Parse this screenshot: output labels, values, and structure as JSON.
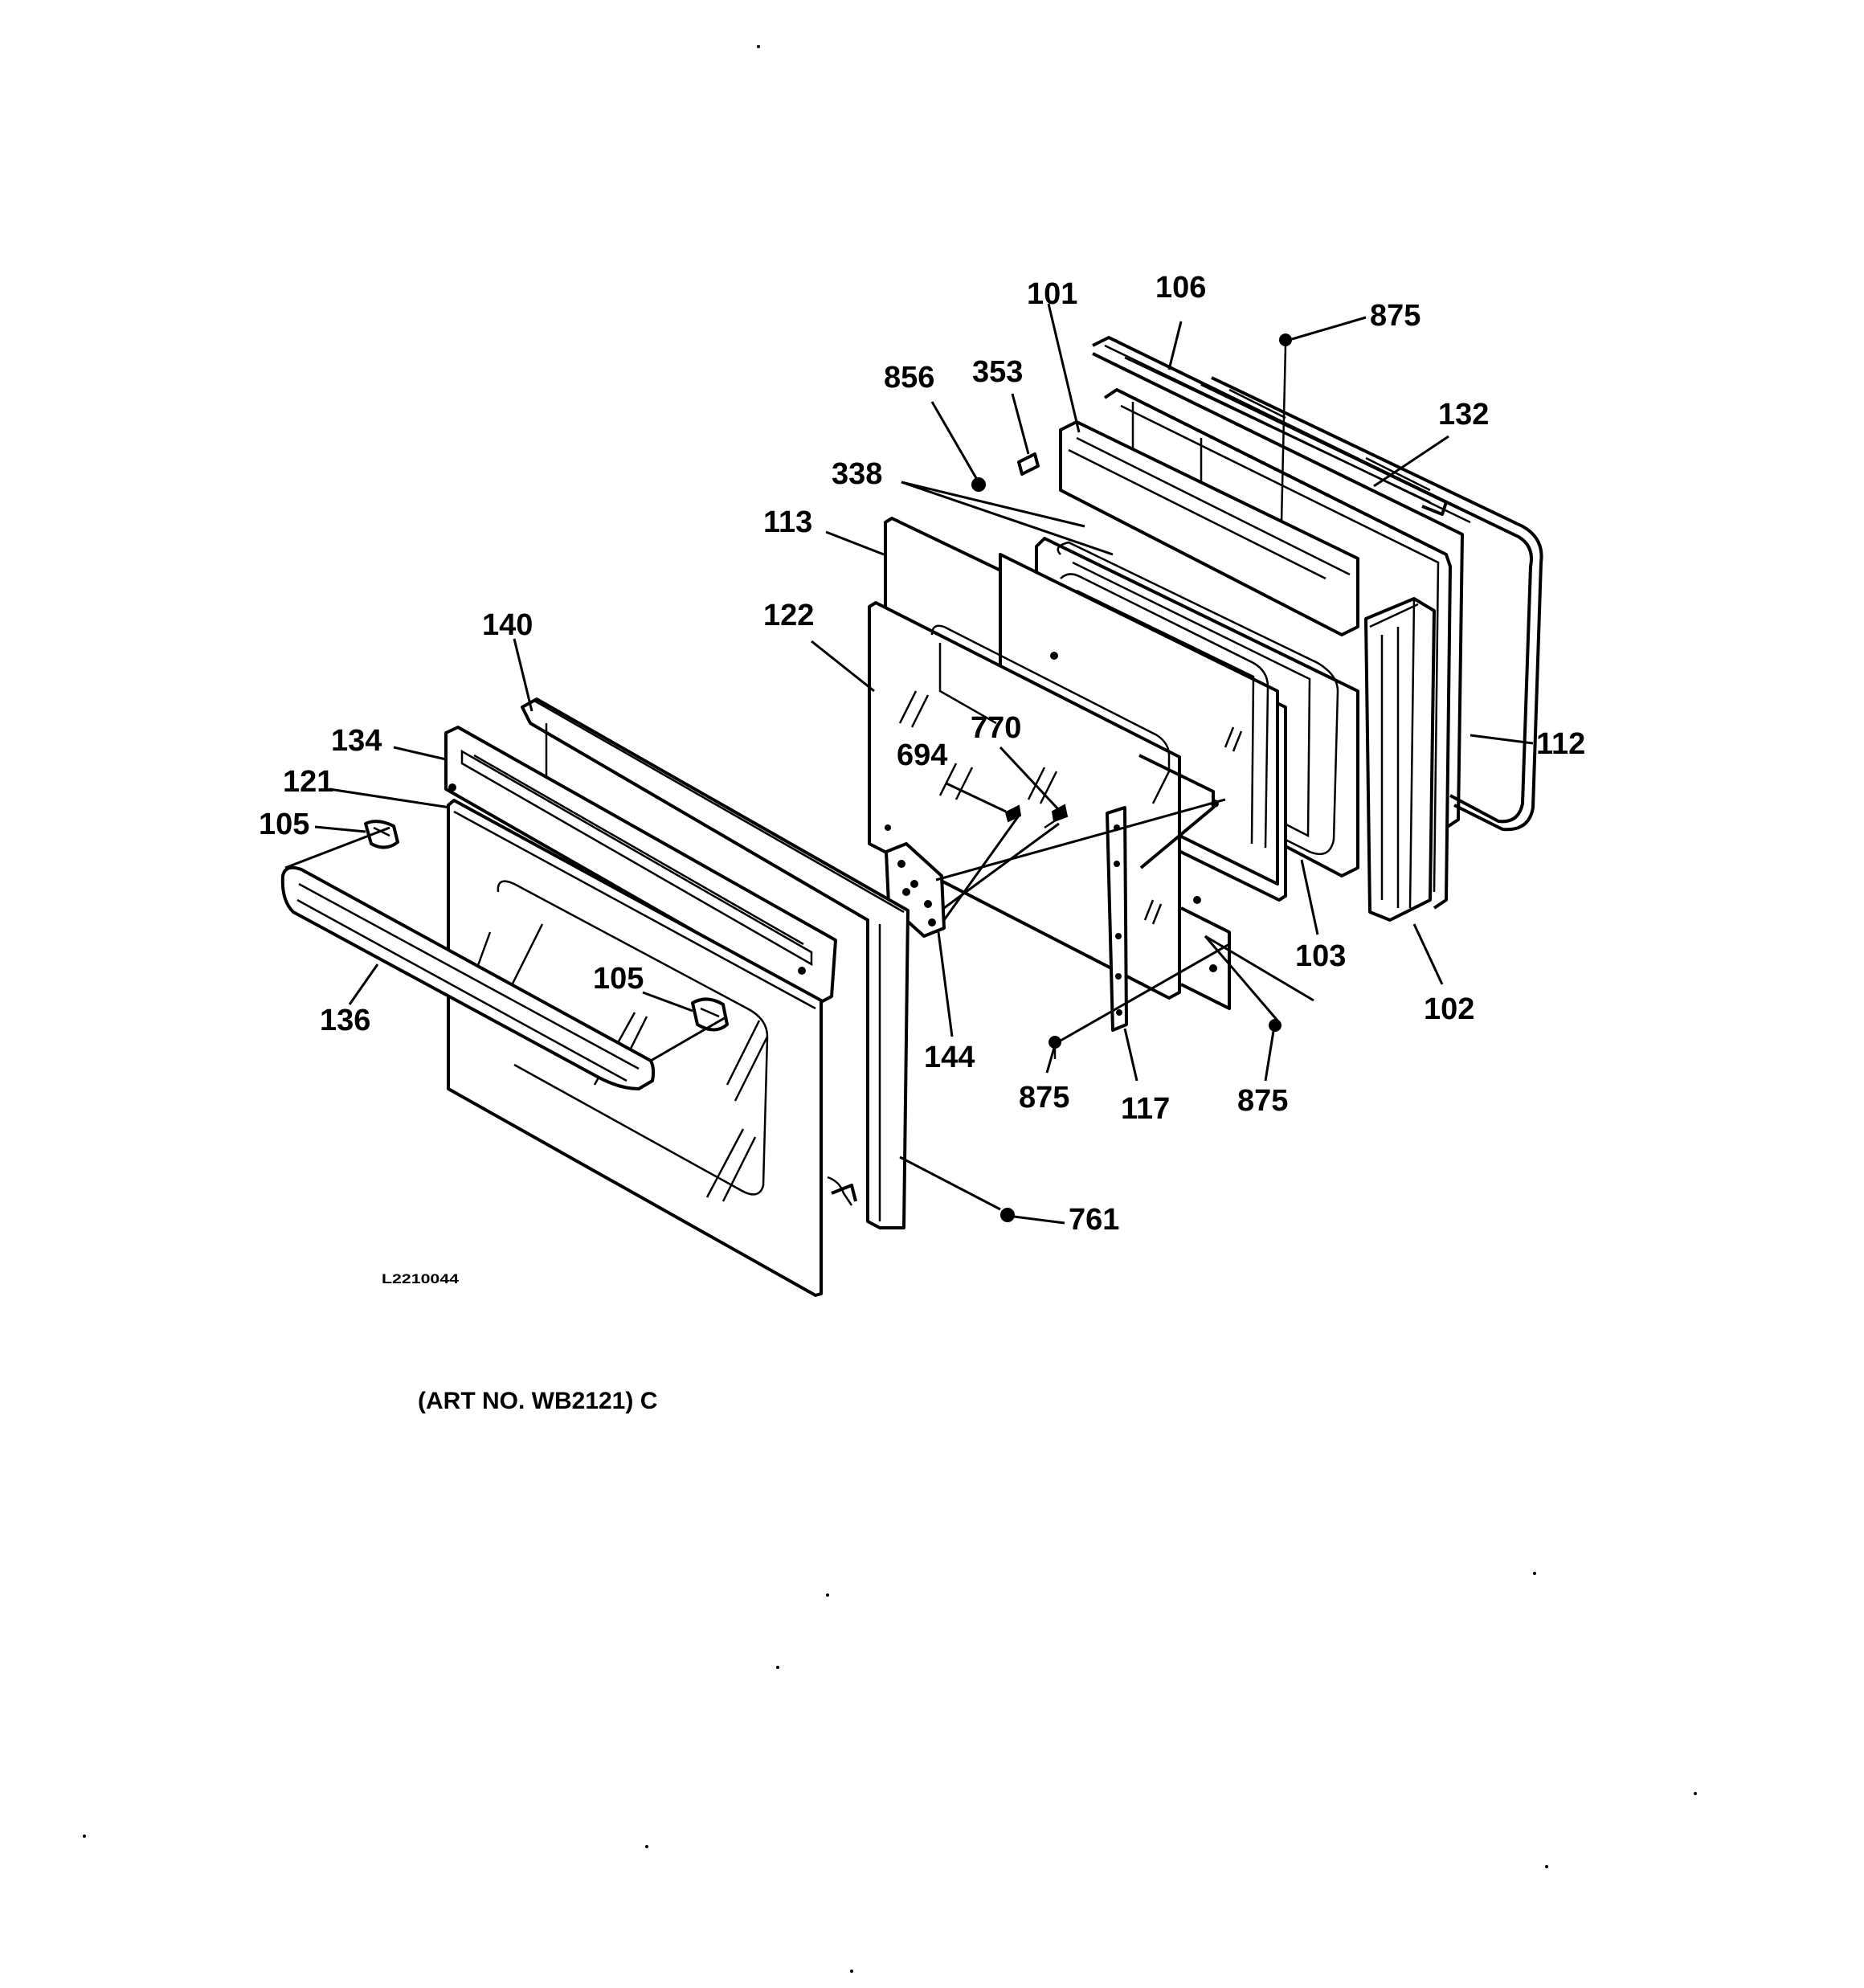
{
  "diagram": {
    "callouts": {
      "c101": "101",
      "c106": "106",
      "c875_top": "875",
      "c856": "856",
      "c353": "353",
      "c132": "132",
      "c338": "338",
      "c113": "113",
      "c122": "122",
      "c140": "140",
      "c134": "134",
      "c121": "121",
      "c105_left": "105",
      "c770": "770",
      "c694": "694",
      "c112": "112",
      "c103": "103",
      "c102": "102",
      "c136": "136",
      "c105_mid": "105",
      "c144": "144",
      "c875_left": "875",
      "c117": "117",
      "c875_right": "875",
      "c761": "761"
    },
    "drawing_ref": "L2210044",
    "caption": "(ART NO. WB2121) C"
  }
}
